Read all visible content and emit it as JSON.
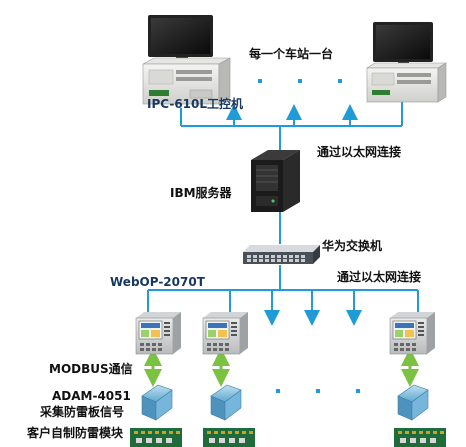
{
  "labels": {
    "per_station": "每一个车站一台",
    "ipc": "IPC-610L工控机",
    "ethernet_top": "通过以太网连接",
    "ibm_server": "IBM服务器",
    "huawei_switch": "华为交换机",
    "webop": "WebOP-2070T",
    "ethernet_bottom": "通过以太网连接",
    "modbus": "MODBUS通信",
    "adam_model": "ADAM-4051",
    "adam_desc": "采集防雷板信号",
    "customer_board": "客户自制防雷模块"
  },
  "colors": {
    "network_line": "#1f9bd7",
    "modbus_link": "#7cc242",
    "label_text": "#111111",
    "label_text_blue": "#17375e"
  },
  "icons": [
    "industrial-pc-icon",
    "monitor-icon",
    "server-tower-icon",
    "network-switch-icon",
    "hmi-touch-panel-icon",
    "adam-io-module-icon",
    "lightning-protection-board-icon"
  ]
}
